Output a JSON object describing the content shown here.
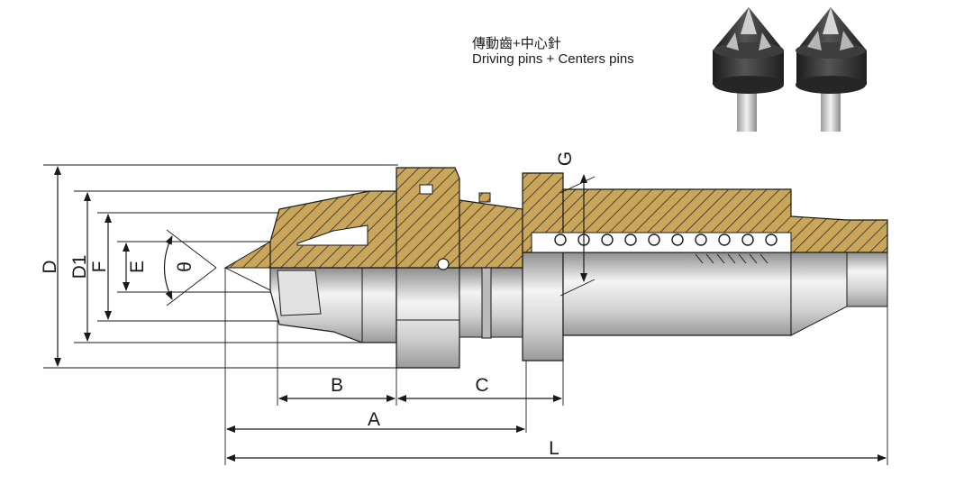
{
  "caption": {
    "chinese": "傳動齒+中心針",
    "english": "Driving pins + Centers pins"
  },
  "dimensions": {
    "D": "D",
    "D1": "D1",
    "F": "F",
    "E": "E",
    "theta": "θ",
    "G": "G",
    "A": "A",
    "B": "B",
    "C": "C",
    "L": "L"
  },
  "colors": {
    "section_fill": "#c9a659",
    "hatch": "#2b2b2b",
    "steel_light": "#f0f0f0",
    "steel_mid": "#c4c4c4",
    "steel_dark": "#8f8f8f",
    "pin_body": "#2e2e2e",
    "line": "#1a1a1a"
  },
  "icons": [
    "driving-pins-photo",
    "center-pin-photo",
    "spring-icon"
  ]
}
